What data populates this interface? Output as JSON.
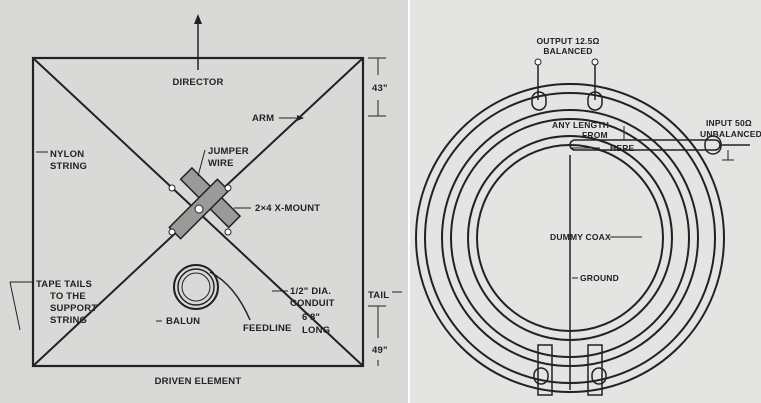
{
  "left_diagram": {
    "labels": {
      "director": "DIRECTOR",
      "arm": "ARM",
      "dim_top": "43\"",
      "nylon_string": [
        "NYLON",
        "STRING"
      ],
      "jumper_wire": [
        "JUMPER",
        "WIRE"
      ],
      "x_mount": "2×4 X-MOUNT",
      "tape_tails": [
        "TAPE TAILS",
        "TO THE",
        "SUPPORT",
        "STRING"
      ],
      "tail": "TAIL",
      "conduit": [
        "1/2\" DIA.",
        "CONDUIT",
        "6'8\"",
        "LONG"
      ],
      "dim_bottom": "49\"",
      "balun": "BALUN",
      "feedline": "FEEDLINE",
      "driven_element": "DRIVEN ELEMENT"
    }
  },
  "right_diagram": {
    "labels": {
      "output": [
        "OUTPUT 12.5Ω",
        "BALANCED"
      ],
      "any_length": [
        "ANY LENGTH",
        "FROM"
      ],
      "here": "HERE",
      "input": [
        "INPUT 50Ω",
        "UNBALANCED"
      ],
      "dummy_coax": "DUMMY COAX",
      "ground": "GROUND"
    }
  },
  "colors": {
    "left_bg": "#d9d9d7",
    "right_bg": "#e4e4e2",
    "ink": "#222222"
  }
}
